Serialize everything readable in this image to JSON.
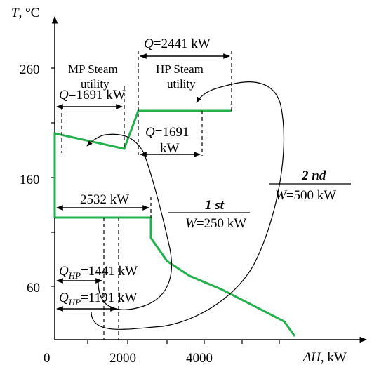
{
  "axes": {
    "y_label_var": "T",
    "y_label_unit": ", °C",
    "x_label_var": "ΔH",
    "x_label_unit": ", kW",
    "y_ticks": [
      "260",
      "160",
      "60"
    ],
    "x_ticks": [
      "0",
      "2000",
      "4000"
    ]
  },
  "annotations": {
    "q_hp_steam": {
      "var": "Q",
      "value": "=2441 kW"
    },
    "hp_steam_line1": "HP Steam",
    "hp_steam_line2": "utility",
    "mp_steam_line1": "MP Steam",
    "mp_steam_line2": "utility",
    "q_mp_steam": {
      "var": "Q",
      "value": "=1691 kW"
    },
    "q_shift": {
      "var": "Q",
      "value": "=1691",
      "line2": "kW"
    },
    "k2532": "2532 kW",
    "first": {
      "title": "1 st",
      "var": "W",
      "value": "=250 kW"
    },
    "second": {
      "title": "2 nd",
      "var": "W",
      "value": "=500 kW"
    },
    "qhp1": {
      "var": "Q",
      "sub": "HP",
      "value": "=1441 kW"
    },
    "qhp2": {
      "var": "Q",
      "sub": "HP",
      "value": "=1191 kW"
    }
  },
  "colors": {
    "composite_curve": "#22b14c",
    "axis": "#000000"
  }
}
